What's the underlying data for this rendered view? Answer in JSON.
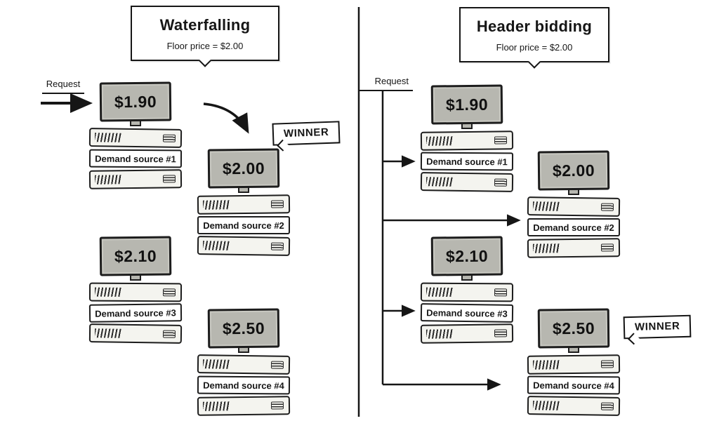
{
  "panels": {
    "left": {
      "title": "Waterfalling",
      "subtitle": "Floor price = $2.00",
      "request_label": "Request",
      "winner_label": "WINNER",
      "winner_source_index": 1,
      "sources": [
        {
          "price": "$1.90",
          "label": "Demand source #1"
        },
        {
          "price": "$2.00",
          "label": "Demand source #2"
        },
        {
          "price": "$2.10",
          "label": "Demand source #3"
        },
        {
          "price": "$2.50",
          "label": "Demand source #4"
        }
      ]
    },
    "right": {
      "title": "Header bidding",
      "subtitle": "Floor price = $2.00",
      "request_label": "Request",
      "winner_label": "WINNER",
      "winner_source_index": 3,
      "sources": [
        {
          "price": "$1.90",
          "label": "Demand source #1"
        },
        {
          "price": "$2.00",
          "label": "Demand source #2"
        },
        {
          "price": "$2.10",
          "label": "Demand source #3"
        },
        {
          "price": "$2.50",
          "label": "Demand source #4"
        }
      ]
    }
  },
  "colors": {
    "ink": "#161616",
    "screen_fill": "#b7b7b0",
    "server_fill": "#f4f4ef",
    "background": "#ffffff"
  }
}
